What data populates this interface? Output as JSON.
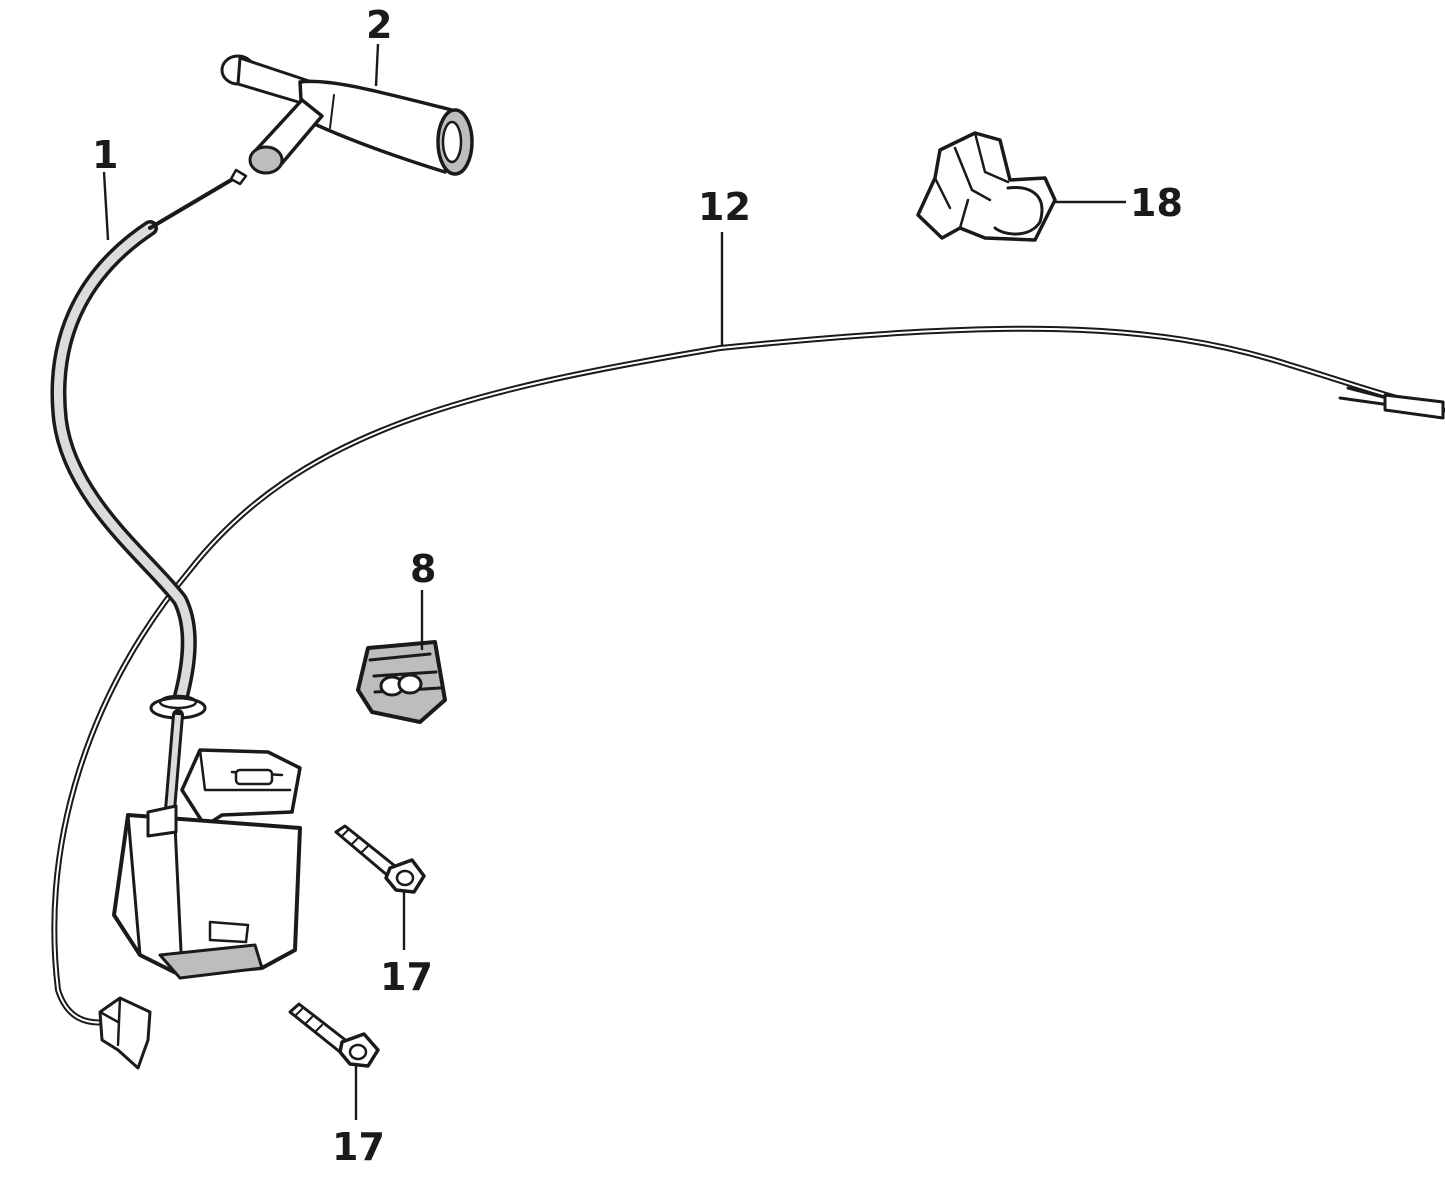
{
  "diagram": {
    "type": "exploded-parts-diagram",
    "callouts": [
      {
        "id": "part-1",
        "label": "1"
      },
      {
        "id": "part-2",
        "label": "2"
      },
      {
        "id": "part-8",
        "label": "8"
      },
      {
        "id": "part-12",
        "label": "12"
      },
      {
        "id": "part-17-upper",
        "label": "17"
      },
      {
        "id": "part-17-lower",
        "label": "17"
      },
      {
        "id": "part-18",
        "label": "18"
      }
    ]
  }
}
